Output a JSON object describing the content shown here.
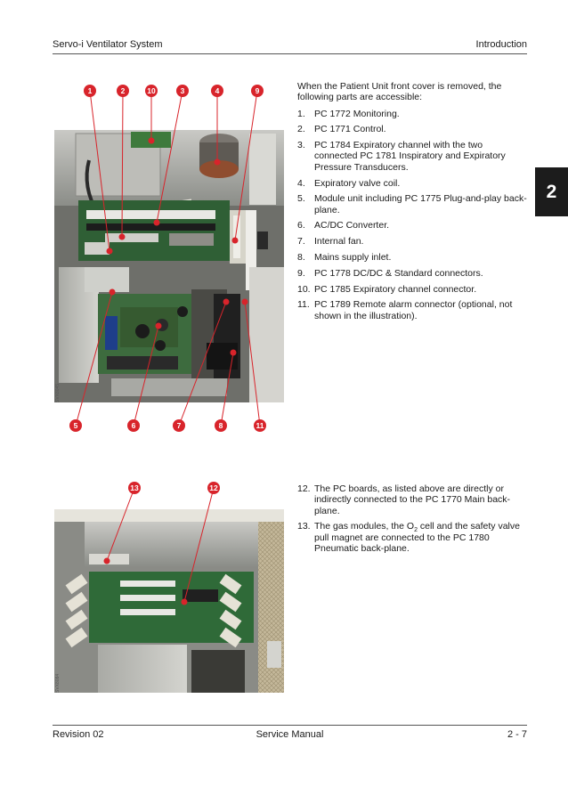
{
  "header": {
    "left": "Servo-i Ventilator System",
    "right": "Introduction"
  },
  "chapter_tab": "2",
  "intro": "When the Patient Unit front cover is removed, the following parts are accessible:",
  "items": [
    {
      "num": "1.",
      "text": "PC 1772 Monitoring."
    },
    {
      "num": "2.",
      "text": "PC 1771 Control."
    },
    {
      "num": "3.",
      "text": "PC 1784 Expiratory channel with the two connected PC 1781 Inspiratory and Expiratory Pressure Transducers."
    },
    {
      "num": "4.",
      "text": "Expiratory valve coil."
    },
    {
      "num": "5.",
      "text": "Module unit including PC 1775 Plug-and-play back-plane."
    },
    {
      "num": "6.",
      "text": "AC/DC Converter."
    },
    {
      "num": "7.",
      "text": "Internal fan."
    },
    {
      "num": "8.",
      "text": "Mains supply inlet."
    },
    {
      "num": "9.",
      "text": "PC 1778 DC/DC & Standard connectors."
    },
    {
      "num": "10.",
      "text": "PC 1785 Expiratory channel connector."
    },
    {
      "num": "11.",
      "text": "PC 1789 Remote alarm connector (optional, not shown in the illustration)."
    }
  ],
  "items2": [
    {
      "num": "12.",
      "text": "The PC boards, as listed above are directly or indirectly connected to the PC 1770 Main back-plane."
    },
    {
      "num": "13.",
      "pre": "The gas modules, the O",
      "sub": "2",
      "post": " cell and the safety valve pull magnet are connected to the PC 1780 Pneumatic back-plane."
    }
  ],
  "photo1": {
    "id": "SVX8045",
    "callouts_top": [
      "1",
      "2",
      "10",
      "3",
      "4",
      "9"
    ],
    "callouts_bottom": [
      "5",
      "6",
      "7",
      "8",
      "11"
    ]
  },
  "photo2": {
    "id": "SVX8084",
    "callouts_top": [
      "13",
      "12"
    ]
  },
  "colors": {
    "callout": "#d8242b",
    "tab": "#1c1c1c"
  },
  "footer": {
    "left": "Revision 02",
    "center": "Service Manual",
    "right": "2 - 7"
  }
}
